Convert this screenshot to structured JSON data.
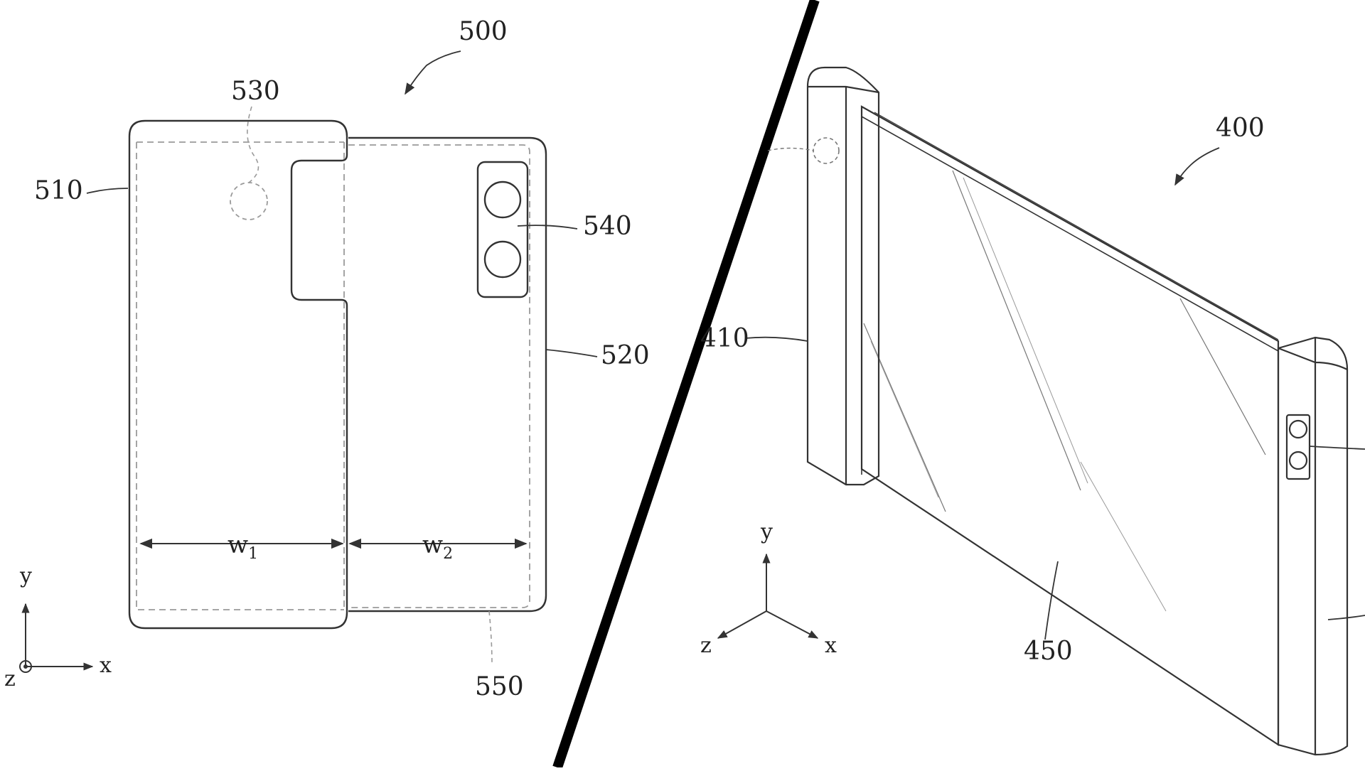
{
  "colors": {
    "line": "#333333",
    "dashed": "#9a9a9a",
    "divider": "#000000",
    "background": "#ffffff"
  },
  "left_figure": {
    "device_label": "500",
    "body_label": "510",
    "housing_label": "520",
    "sensor_label": "530",
    "camera_label": "540",
    "edge_label": "550",
    "width_1": {
      "letter": "w",
      "sub": "1"
    },
    "width_2": {
      "letter": "w",
      "sub": "2"
    },
    "axes": {
      "y": "y",
      "x": "x",
      "z": "z"
    }
  },
  "right_figure": {
    "device_label": "400",
    "housing_label": "410",
    "display_label": "450",
    "axes": {
      "y": "y",
      "x": "x",
      "z": "z"
    }
  }
}
